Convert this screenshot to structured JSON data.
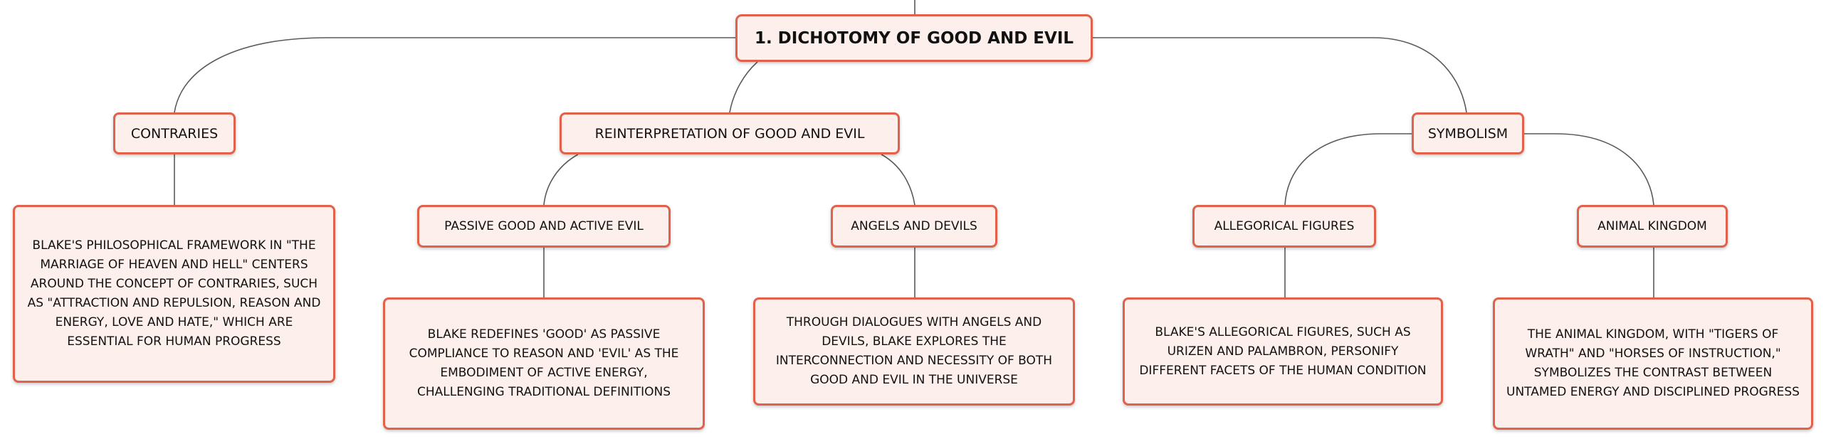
{
  "diagram": {
    "root": {
      "label": "1. DICHOTOMY OF GOOD AND EVIL"
    },
    "branches": [
      {
        "label": "CONTRARIES",
        "description": "BLAKE'S PHILOSOPHICAL FRAMEWORK IN \"THE MARRIAGE OF HEAVEN AND HELL\" CENTERS AROUND THE CONCEPT OF CONTRARIES, SUCH AS \"ATTRACTION AND REPULSION, REASON AND ENERGY, LOVE AND HATE,\" WHICH ARE ESSENTIAL FOR HUMAN PROGRESS"
      },
      {
        "label": "REINTERPRETATION OF GOOD AND EVIL",
        "children": [
          {
            "label": "PASSIVE GOOD AND ACTIVE EVIL",
            "description": "BLAKE REDEFINES 'GOOD' AS PASSIVE COMPLIANCE TO REASON AND 'EVIL' AS THE EMBODIMENT OF ACTIVE ENERGY, CHALLENGING TRADITIONAL DEFINITIONS"
          },
          {
            "label": "ANGELS AND DEVILS",
            "description": "THROUGH DIALOGUES WITH ANGELS AND DEVILS, BLAKE EXPLORES THE INTERCONNECTION AND NECESSITY OF BOTH GOOD AND EVIL IN THE UNIVERSE"
          }
        ]
      },
      {
        "label": "SYMBOLISM",
        "children": [
          {
            "label": "ALLEGORICAL FIGURES",
            "description": "BLAKE'S ALLEGORICAL FIGURES, SUCH AS URIZEN AND PALAMBRON, PERSONIFY DIFFERENT FACETS OF THE HUMAN CONDITION"
          },
          {
            "label": "ANIMAL KINGDOM",
            "description": "THE ANIMAL KINGDOM, WITH \"TIGERS OF WRATH\" AND \"HORSES OF INSTRUCTION,\" SYMBOLIZES THE CONTRAST BETWEEN UNTAMED ENERGY AND DISCIPLINED PROGRESS"
          }
        ]
      }
    ]
  },
  "colors": {
    "node_border": "#e2614b",
    "node_fill": "#fdf0ec",
    "edge": "#5a5a5a",
    "text": "#111111"
  }
}
